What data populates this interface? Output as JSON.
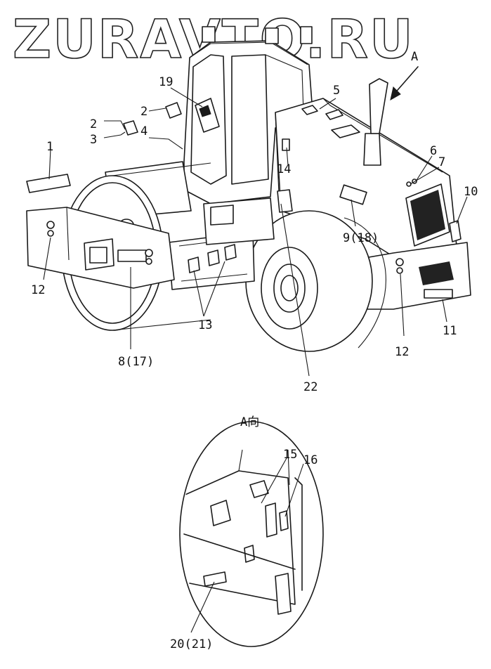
{
  "watermark": "ZURAVTO.RU",
  "view_arrow_label": "A",
  "view_caption": "A向",
  "callouts": {
    "c1": "1",
    "c2a": "2",
    "c2b": "2",
    "c3": "3",
    "c4": "4",
    "c5": "5",
    "c6": "6",
    "c7": "7",
    "c8": "8(17)",
    "c9": "9(18)",
    "c10": "10",
    "c11": "11",
    "c12a": "12",
    "c12b": "12",
    "c13": "13",
    "c14": "14",
    "c15": "15",
    "c16": "16",
    "c19": "19",
    "c20": "20(21)",
    "c22": "22"
  }
}
